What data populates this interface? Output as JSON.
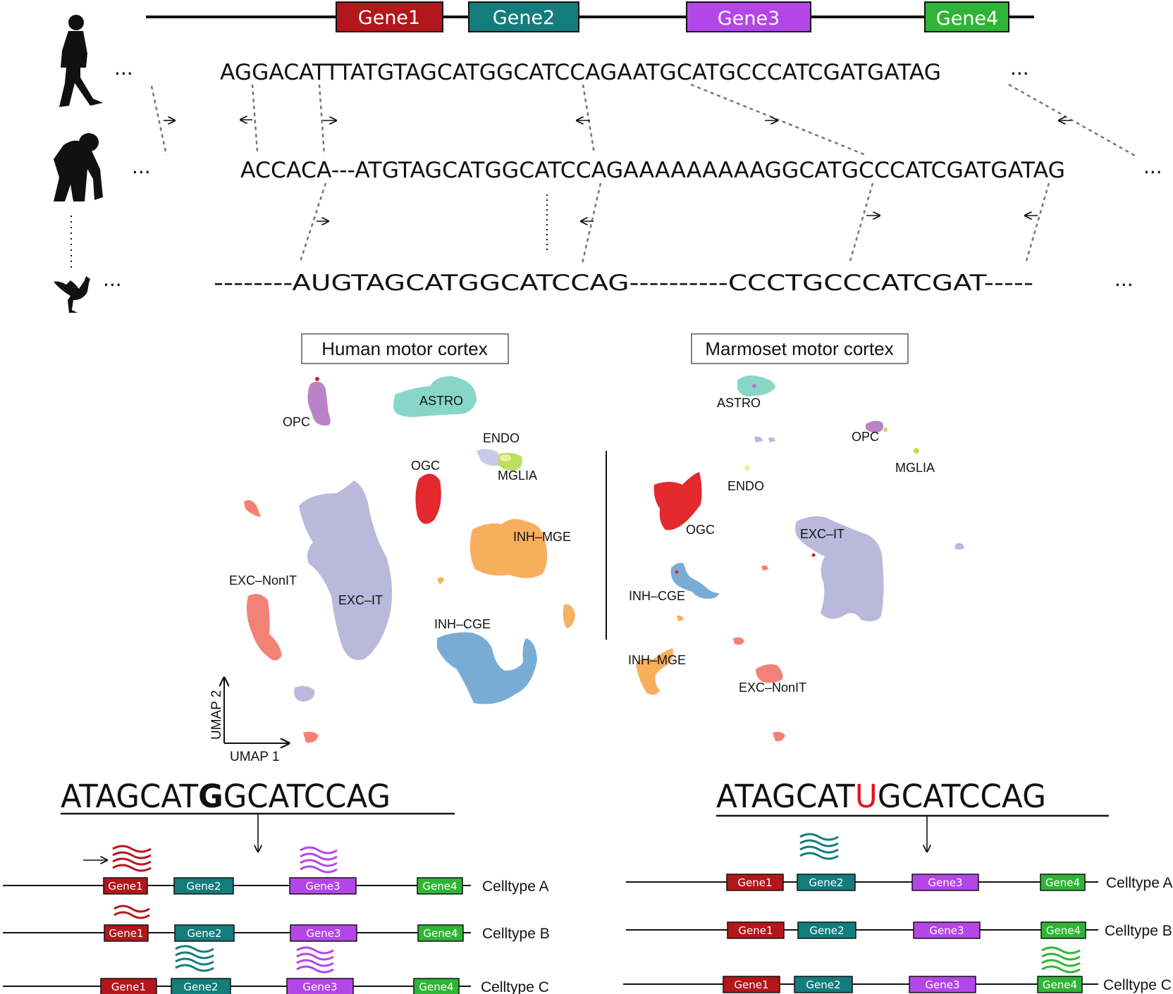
{
  "colors": {
    "gene1": "#b3161b",
    "gene2": "#137c7c",
    "gene3": "#b446e8",
    "gene4": "#2fb535",
    "highlight_red": "#e0161b",
    "ASTRO": "#7fd3c3",
    "OPC": "#b57ac3",
    "ENDO": "#f2ec9a",
    "MGLIA": "#b9dd55",
    "OGC": "#e21c23",
    "INH-MGE": "#f7ab55",
    "INH-CGE": "#6fa6d2",
    "EXC-IT": "#b5b3d8",
    "EXC-NonIT": "#f3776b"
  },
  "genes": {
    "gene1": "Gene1",
    "gene2": "Gene2",
    "gene3": "Gene3",
    "gene4": "Gene4"
  },
  "sequences": {
    "human": "AGGACATTTATGTAGCATGGCATCCAGAATGCATGCCCATCGATGATAG",
    "chimp": "ACCACA---ATGTAGCATGGCATCCAGAAAAAAAAAGGCATGCCCATCGATGATAG",
    "chicken": "--------AUGTAGCATGGCATCCAG----------CCCTGCCCATCGAT-----",
    "ellipsis": "..."
  },
  "panels": {
    "human_title": "Human motor cortex",
    "marmoset_title": "Marmoset motor cortex"
  },
  "clusters": {
    "human": {
      "opc": "OPC",
      "astro": "ASTRO",
      "endo": "ENDO",
      "mglia": "MGLIA",
      "ogc": "OGC",
      "inh_mge": "INH–MGE",
      "exc_nonit": "EXC–NonIT",
      "exc_it": "EXC–IT",
      "inh_cge": "INH–CGE"
    },
    "marmoset": {
      "astro": "ASTRO",
      "opc": "OPC",
      "mglia": "MGLIA",
      "endo": "ENDO",
      "ogc": "OGC",
      "exc_it": "EXC–IT",
      "inh_cge": "INH–CGE",
      "inh_mge": "INH–MGE",
      "exc_nonit": "EXC–NonIT"
    }
  },
  "axes": {
    "umap1": "UMAP 1",
    "umap2": "UMAP 2"
  },
  "variants": {
    "left_prefix": "ATAGCAT",
    "left_base": "G",
    "left_suffix": "GCATCCAG",
    "right_prefix": "ATAGCAT",
    "right_base": "U",
    "right_suffix": "GCATCCAG"
  },
  "celltypes": {
    "a": "Celltype A",
    "b": "Celltype B",
    "c": "Celltype C"
  }
}
